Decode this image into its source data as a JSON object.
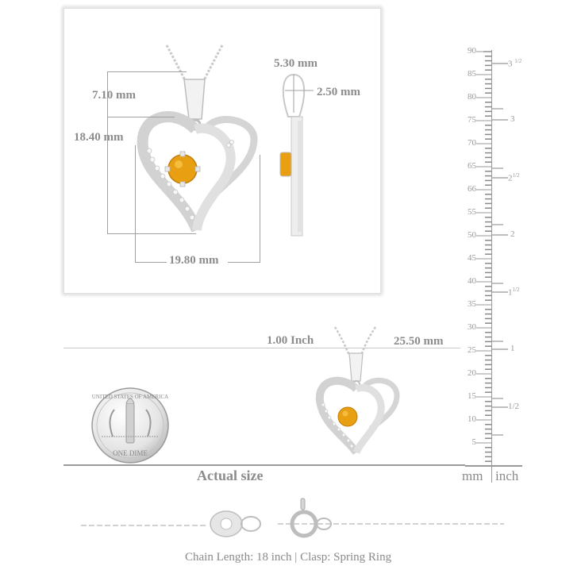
{
  "dimension_panel": {
    "bail_height": "7.10 mm",
    "total_height": "18.40 mm",
    "width": "19.80 mm",
    "bail_opening": "5.30 mm",
    "thickness": "2.50 mm"
  },
  "actual_size": {
    "label": "Actual size",
    "inch_label": "1.00 Inch",
    "mm_label": "25.50 mm",
    "coin": {
      "top_text": "UNITED STATES OF AMERICA",
      "bottom_text": "ONE DIME"
    }
  },
  "ruler": {
    "mm_unit": "mm",
    "inch_unit": "inch",
    "mm_labels": [
      "90",
      "85",
      "80",
      "75",
      "70",
      "65",
      "66",
      "55",
      "50",
      "45",
      "40",
      "35",
      "30",
      "25",
      "20",
      "15",
      "10",
      "5"
    ],
    "inch_labels": [
      {
        "whole": "3",
        "frac": "1/2"
      },
      {
        "whole": "3",
        "frac": ""
      },
      {
        "whole": "2",
        "frac": "1/2"
      },
      {
        "whole": "2",
        "frac": ""
      },
      {
        "whole": "1",
        "frac": "1/2"
      },
      {
        "whole": "1",
        "frac": ""
      },
      {
        "whole": "",
        "frac": "1/2"
      }
    ]
  },
  "chain": {
    "caption": "Chain Length: 18 inch | Clasp: Spring Ring"
  },
  "colors": {
    "gem": "#e8a012",
    "silver": "#d8d8d8",
    "text": "#8a8a8a",
    "lines": "#a0a0a0"
  }
}
